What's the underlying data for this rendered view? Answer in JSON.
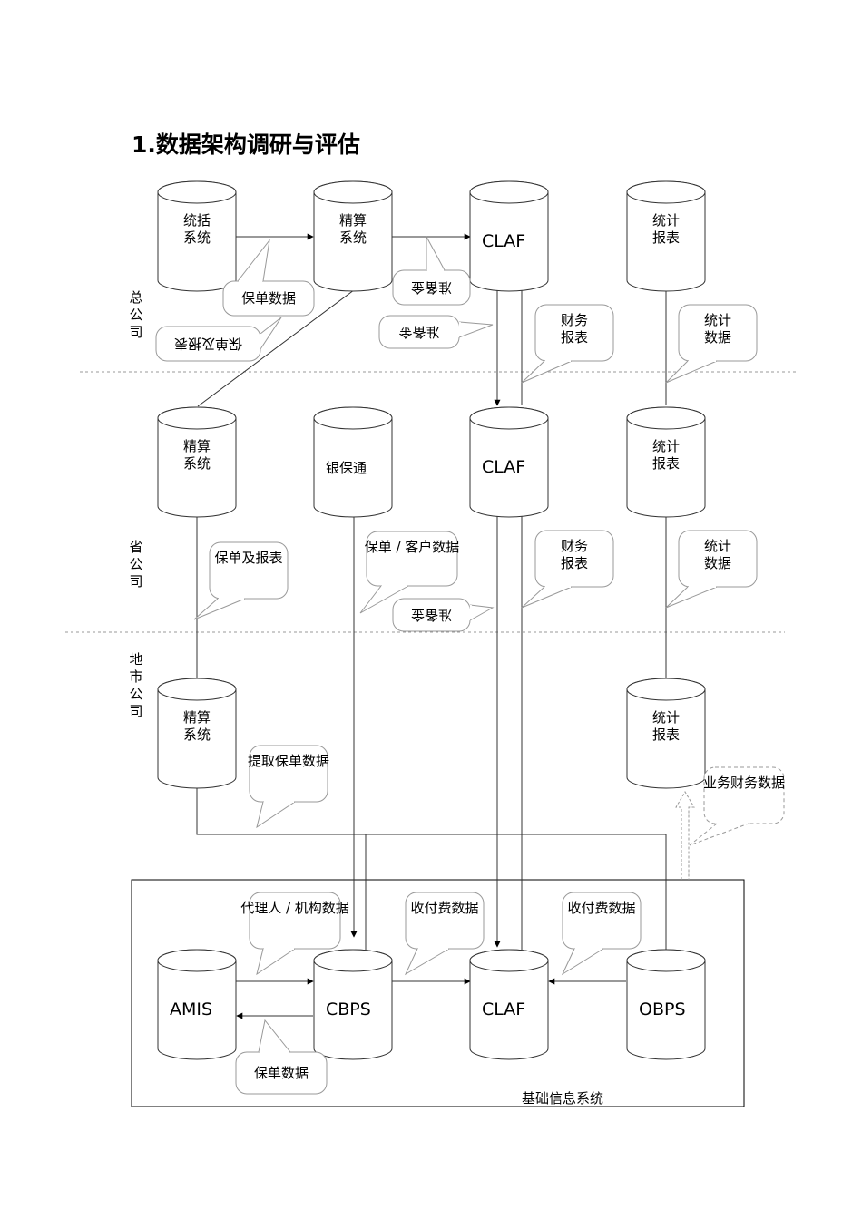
{
  "title": "1.数据架构调研与评估",
  "levels": {
    "head_office": [
      "总",
      "公",
      "司"
    ],
    "province": [
      "省",
      "公",
      "司"
    ],
    "city": [
      "地",
      "市",
      "公",
      "司"
    ]
  },
  "cylinders": {
    "hq_tongji_summary": [
      "统括",
      "系统"
    ],
    "hq_jingsuan": [
      "精算",
      "系统"
    ],
    "hq_claf": "CLAF",
    "hq_tongji_report": [
      "统计",
      "报表"
    ],
    "prov_jingsuan": [
      "精算",
      "系统"
    ],
    "prov_yinbaotong": "银保通",
    "prov_claf": "CLAF",
    "prov_tongji_report": [
      "统计",
      "报表"
    ],
    "city_jingsuan": [
      "精算",
      "系统"
    ],
    "city_tongji_report": [
      "统计",
      "报表"
    ],
    "amis": "AMIS",
    "cbps": "CBPS",
    "base_claf": "CLAF",
    "obps": "OBPS"
  },
  "callouts": {
    "hq_policy_data": "保单数据",
    "hq_reserve_1": "准备金",
    "hq_reserve_2": "准备金",
    "hq_policy_reports": "保单及报表",
    "hq_fin_reports": [
      "财务",
      "报表"
    ],
    "hq_stat_data": [
      "统计",
      "数据"
    ],
    "prov_policy_reports": "保单及报表",
    "prov_policy_customer": "保单 / 客户数据",
    "prov_fin_reports": [
      "财务",
      "报表"
    ],
    "prov_stat_data": [
      "统计",
      "数据"
    ],
    "prov_reserve": "准备金",
    "city_extract_policy": "提取保单数据",
    "city_biz_fin_data": "业务财务数据",
    "base_agent_org": "代理人 / 机构数据",
    "base_payment_1": "收付费数据",
    "base_payment_2": "收付费数据",
    "base_policy_data": "保单数据"
  },
  "base_system_label": "基础信息系统"
}
